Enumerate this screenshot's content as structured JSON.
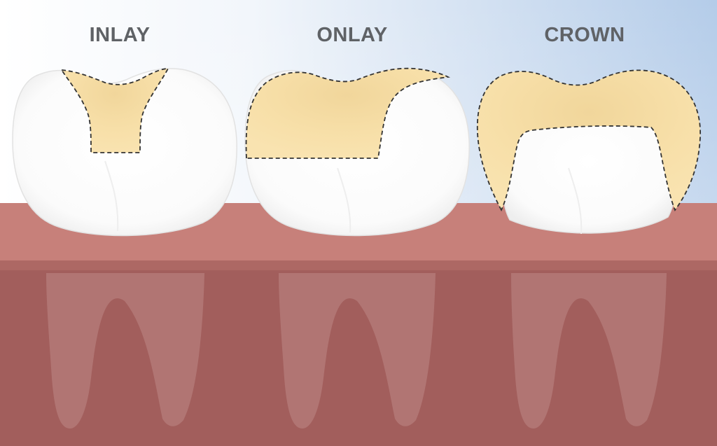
{
  "labels": {
    "inlay": "INLAY",
    "onlay": "ONLAY",
    "crown": "CROWN"
  },
  "colors": {
    "label_text": "#5f6266",
    "restoration_fill": "#f7dfa8",
    "tooth_enamel": "#ffffff",
    "gum_upper": "#c9807a",
    "gum_lower": "#a25f5d",
    "root_fill": "#b9807d",
    "sky_top": "#d6e4f3",
    "dashed_outline": "#333333"
  }
}
